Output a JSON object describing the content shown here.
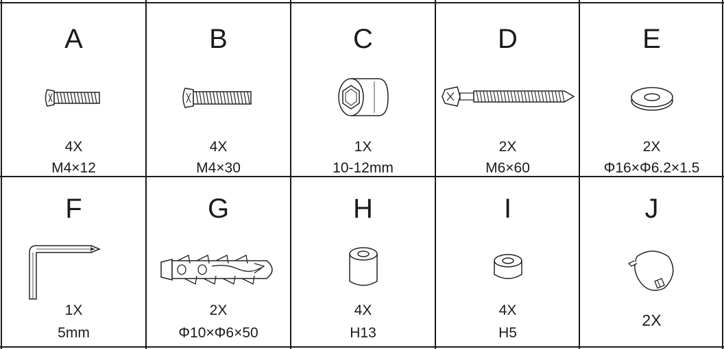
{
  "parts": [
    {
      "letter": "A",
      "qty": "4X",
      "spec": "M4×12",
      "icon": "short-pan-head-screw-icon"
    },
    {
      "letter": "B",
      "qty": "4X",
      "spec": "M4×30",
      "icon": "long-pan-head-screw-icon"
    },
    {
      "letter": "C",
      "qty": "1X",
      "spec": "10-12mm",
      "icon": "hex-socket-icon"
    },
    {
      "letter": "D",
      "qty": "2X",
      "spec": "M6×60",
      "icon": "lag-bolt-icon"
    },
    {
      "letter": "E",
      "qty": "2X",
      "spec": "Φ16×Φ6.2×1.5",
      "icon": "flat-washer-icon"
    },
    {
      "letter": "F",
      "qty": "1X",
      "spec": "5mm",
      "icon": "allen-key-icon"
    },
    {
      "letter": "G",
      "qty": "2X",
      "spec": "Φ10×Φ6×50",
      "icon": "wall-anchor-icon"
    },
    {
      "letter": "H",
      "qty": "4X",
      "spec": "H13",
      "icon": "tall-spacer-icon"
    },
    {
      "letter": "I",
      "qty": "4X",
      "spec": "H5",
      "icon": "short-spacer-icon"
    },
    {
      "letter": "J",
      "qty": "2X",
      "spec": "",
      "icon": "cover-cap-icon"
    }
  ]
}
